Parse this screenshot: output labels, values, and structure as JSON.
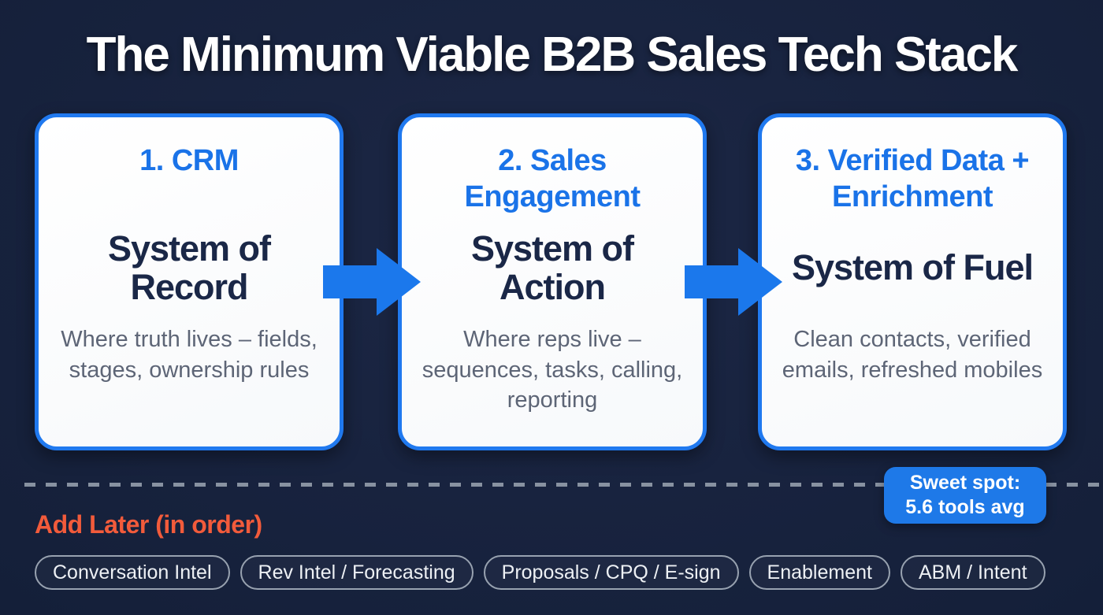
{
  "page": {
    "title": "The Minimum Viable B2B Sales Tech Stack"
  },
  "colors": {
    "bg-center": "#1c2745",
    "bg-mid": "#15203a",
    "bg-edge": "#0d1730",
    "title-white": "#ffffff",
    "card-border-blue": "#2079ef",
    "heading-blue": "#1a73e8",
    "system-navy": "#1a2747",
    "desc-gray": "#5d6576",
    "arrow-blue": "#1b78ec",
    "dash-gray": "#949eac",
    "badge-blue": "#1e79e8",
    "add-later-orange": "#f25b3b",
    "pill-border": "#98a2b0",
    "pill-text": "#edf0f4"
  },
  "cards": [
    {
      "number_label": "1. CRM",
      "system_label": "System of Record",
      "description": "Where truth lives – fields, stages, ownership rules"
    },
    {
      "number_label": "2. Sales Engagement",
      "system_label": "System of Action",
      "description": "Where reps live – sequences, tasks, calling, reporting"
    },
    {
      "number_label": "3. Verified Data + Enrichment",
      "system_label": "System of Fuel",
      "description": "Clean contacts, verified emails, refreshed mobiles"
    }
  ],
  "badge": {
    "line1": "Sweet spot:",
    "line2": "5.6 tools avg"
  },
  "add_later": {
    "heading": "Add Later (in order)",
    "pills": [
      "Conversation Intel",
      "Rev Intel / Forecasting",
      "Proposals / CPQ / E-sign",
      "Enablement",
      "ABM / Intent"
    ]
  }
}
